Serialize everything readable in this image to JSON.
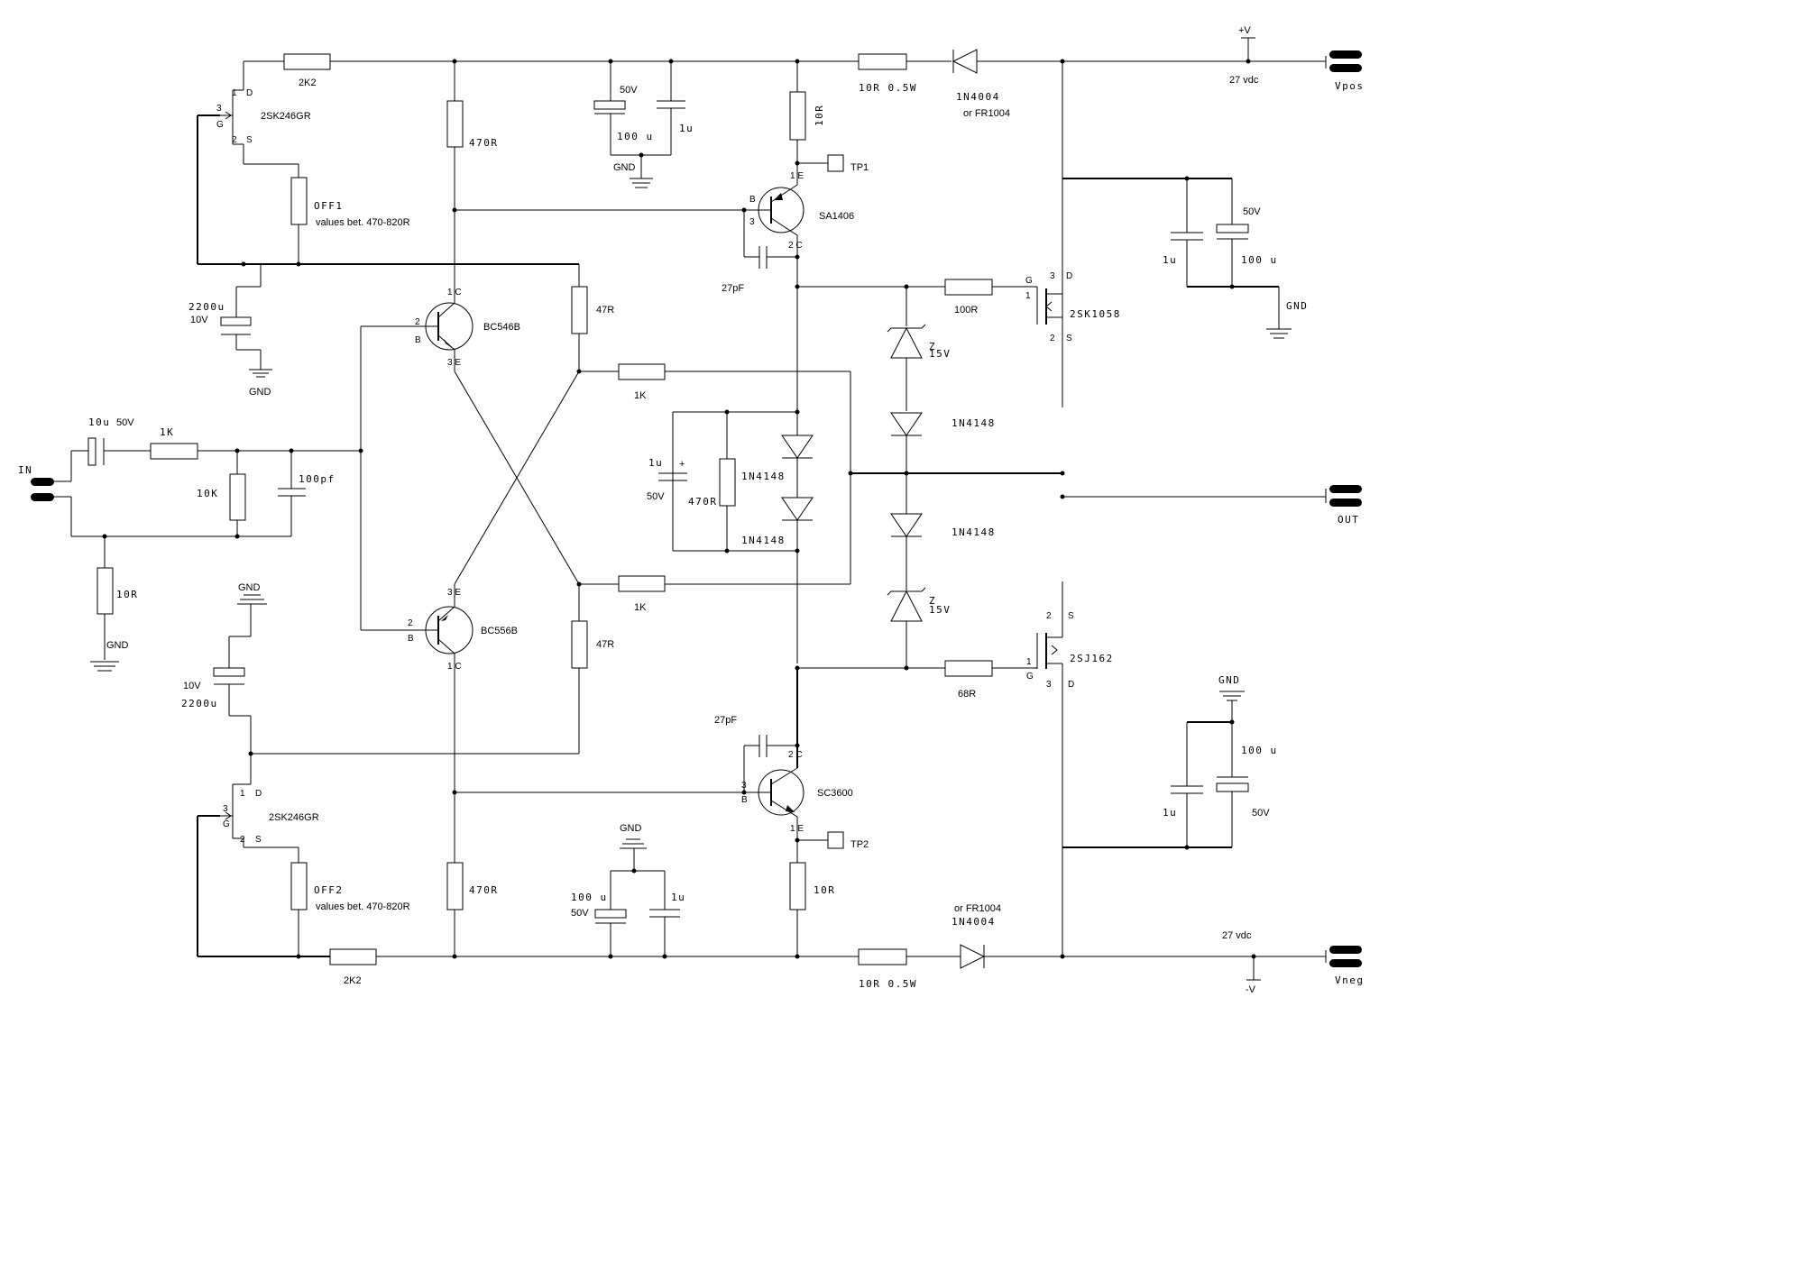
{
  "connectors": {
    "vpos": "Vpos",
    "vneg": "Vneg",
    "out": "OUT",
    "in": "IN",
    "plus_v": "+V",
    "minus_v": "-V",
    "supply_pos": "27 vdc",
    "supply_neg": "27 vdc"
  },
  "transistors": {
    "q_top_pnp": {
      "part": "SA1406",
      "pins": {
        "e": "1 E",
        "b": "B",
        "b_num": "3",
        "c": "2 C"
      }
    },
    "q_bot_npn": {
      "part": "SC3600",
      "pins": {
        "c": "2 C",
        "b": "B",
        "b_num": "3",
        "e": "1 E"
      }
    },
    "q_in_npn": {
      "part": "BC546B",
      "pins": {
        "c": "1 C",
        "b_num": "2",
        "b": "B",
        "e": "3 E"
      }
    },
    "q_in_pnp": {
      "part": "BC556B",
      "pins": {
        "e": "3 E",
        "b_num": "2",
        "b": "B",
        "c": "1 C"
      }
    },
    "jfet_top": {
      "part": "2SK246GR",
      "pins": {
        "d_num": "1",
        "d": "D",
        "g_num": "3",
        "g": "G",
        "s_num": "2",
        "s": "S"
      }
    },
    "jfet_bot": {
      "part": "2SK246GR",
      "pins": {
        "d_num": "1",
        "d": "D",
        "g_num": "3",
        "g": "G",
        "s_num": "2",
        "s": "S"
      }
    },
    "mosfet_n": {
      "part": "2SK1058",
      "pins": {
        "g": "G",
        "d_num": "3",
        "d": "D",
        "g_num": "1",
        "s_num": "2",
        "s": "S"
      }
    },
    "mosfet_p": {
      "part": "2SJ162",
      "pins": {
        "s_num": "2",
        "s": "S",
        "g_num": "1",
        "g": "G",
        "d_num": "3",
        "d": "D"
      }
    }
  },
  "resistors": {
    "r_2k2_top": "2K2",
    "r_2k2_bot": "2K2",
    "r_470_top": "470R",
    "r_470_bot": "470R",
    "r_10r_05w_top": "10R 0.5W",
    "r_10r_05w_bot": "10R 0.5W",
    "r_10r_emit_top": "10R",
    "r_10r_emit_bot": "10R",
    "r_off1": "OFF1",
    "r_off2": "OFF2",
    "off_note_1": "values bet. 470-820R",
    "off_note_2": "values bet. 470-820R",
    "r_47_top": "47R",
    "r_47_bot": "47R",
    "r_1k_upper": "1K",
    "r_1k_lower": "1K",
    "r_1k_in": "1K",
    "r_10k": "10K",
    "r_10r_in": "10R",
    "r_470_bias": "470R",
    "r_100r": "100R",
    "r_68r": "68R"
  },
  "capacitors": {
    "c_top_50v": "50V",
    "c_top_100u": "100 u",
    "c_top_1u": "1u",
    "c_27p_top": "27pF",
    "c_27p_bot": "27pF",
    "c_2200_top_val": "2200u",
    "c_2200_top_v": "10V",
    "c_2200_bot_val": "2200u",
    "c_2200_bot_v": "10V",
    "c_in_val": "10u",
    "c_in_v": "50V",
    "c_100pf": "100pf",
    "c_bias_1u": "1u",
    "c_bias_plus": "+",
    "c_bias_50v": "50V",
    "c_right_top_50v": "50V",
    "c_right_top_100u": "100 u",
    "c_right_top_1u": "1u",
    "c_right_bot_100u": "100 u",
    "c_right_bot_1u": "1u",
    "c_right_bot_50v": "50V",
    "c_bot_100u": "100 u",
    "c_bot_50v": "50V",
    "c_bot_1u": "1u"
  },
  "diodes": {
    "d_1n4004_top": "1N4004",
    "d_fr1004_top": "or FR1004",
    "d_1n4004_bot": "1N4004",
    "d_fr1004_bot": "or FR1004",
    "d_zener_top_z": "Z",
    "d_zener_top_v": "15V",
    "d_zener_bot_z": "Z",
    "d_zener_bot_v": "15V",
    "d_1n4148_a": "1N4148",
    "d_1n4148_b": "1N4148",
    "d_1n4148_c": "1N4148",
    "d_1n4148_d": "1N4148"
  },
  "grounds": {
    "gnd_label": "GND"
  },
  "test_points": {
    "tp1": "TP1",
    "tp2": "TP2"
  }
}
